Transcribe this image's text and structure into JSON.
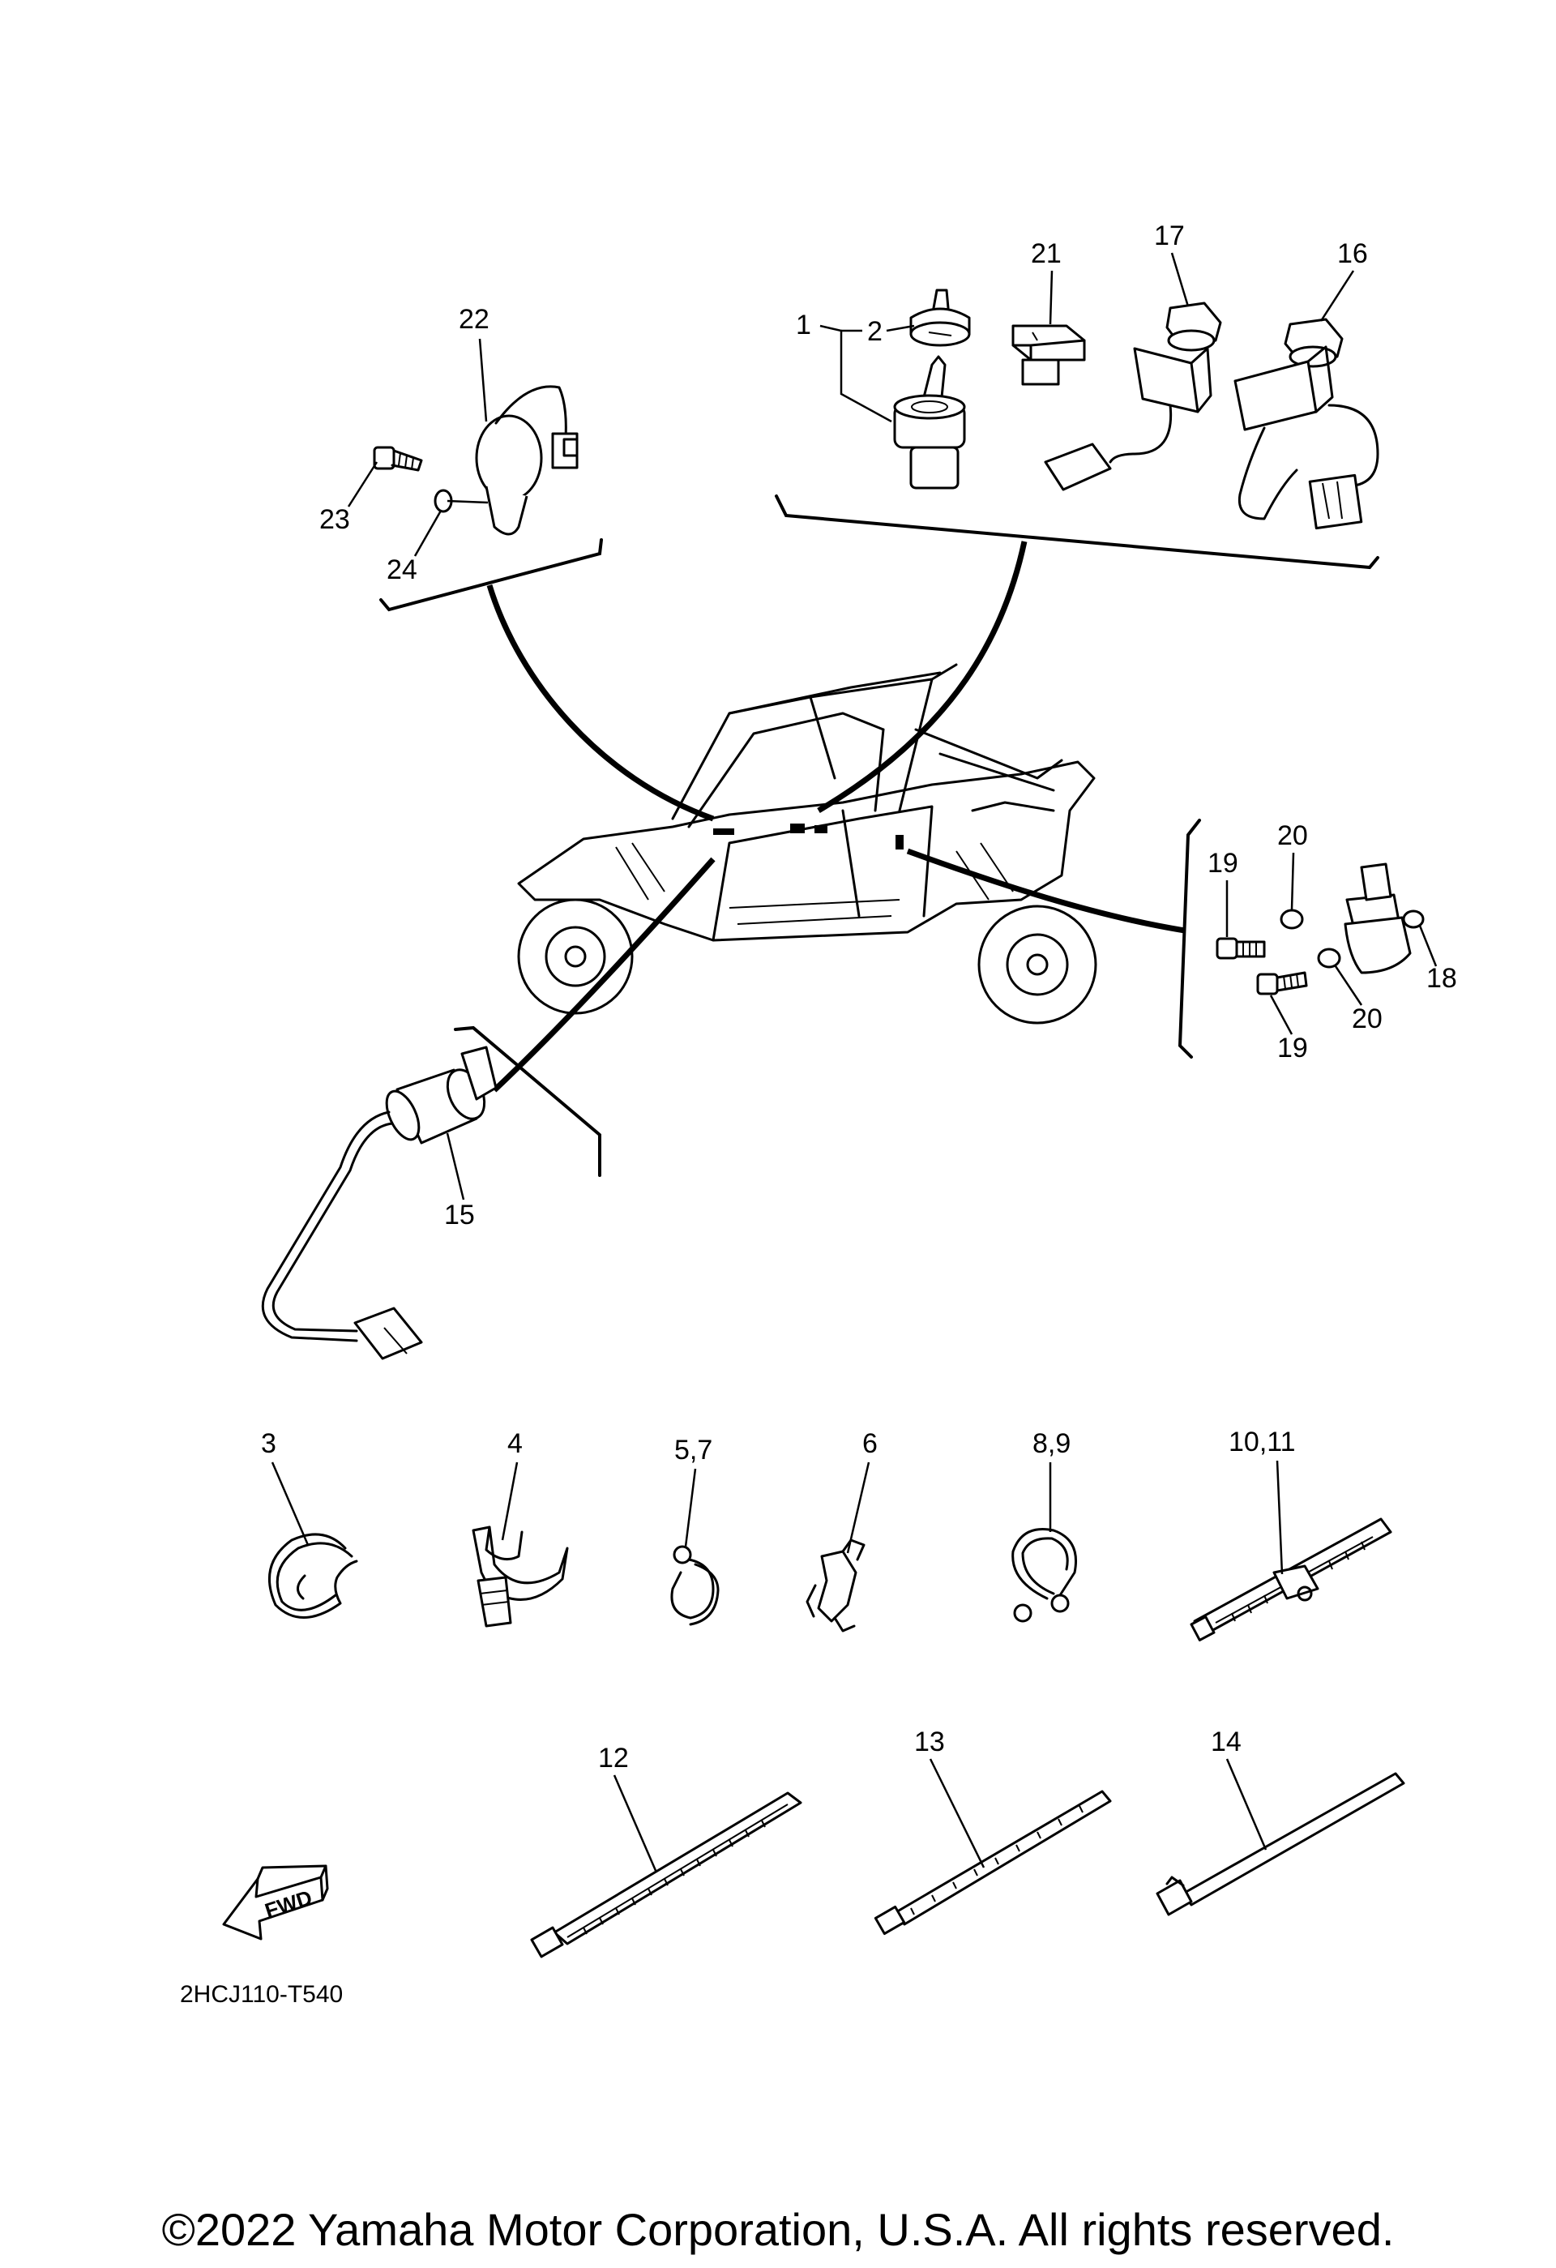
{
  "callouts": {
    "c1": "1",
    "c2": "2",
    "c3": "3",
    "c4": "4",
    "c5_7": "5,7",
    "c6": "6",
    "c8_9": "8,9",
    "c10_11": "10,11",
    "c12": "12",
    "c13": "13",
    "c14": "14",
    "c15": "15",
    "c16": "16",
    "c17": "17",
    "c18": "18",
    "c19a": "19",
    "c19b": "19",
    "c20a": "20",
    "c20b": "20",
    "c21": "21",
    "c22": "22",
    "c23": "23",
    "c24": "24"
  },
  "fwd_label": "FWD",
  "drawing_code": "2HCJ110-T540",
  "copyright": "©2022 Yamaha Motor Corporation, U.S.A. All rights reserved."
}
